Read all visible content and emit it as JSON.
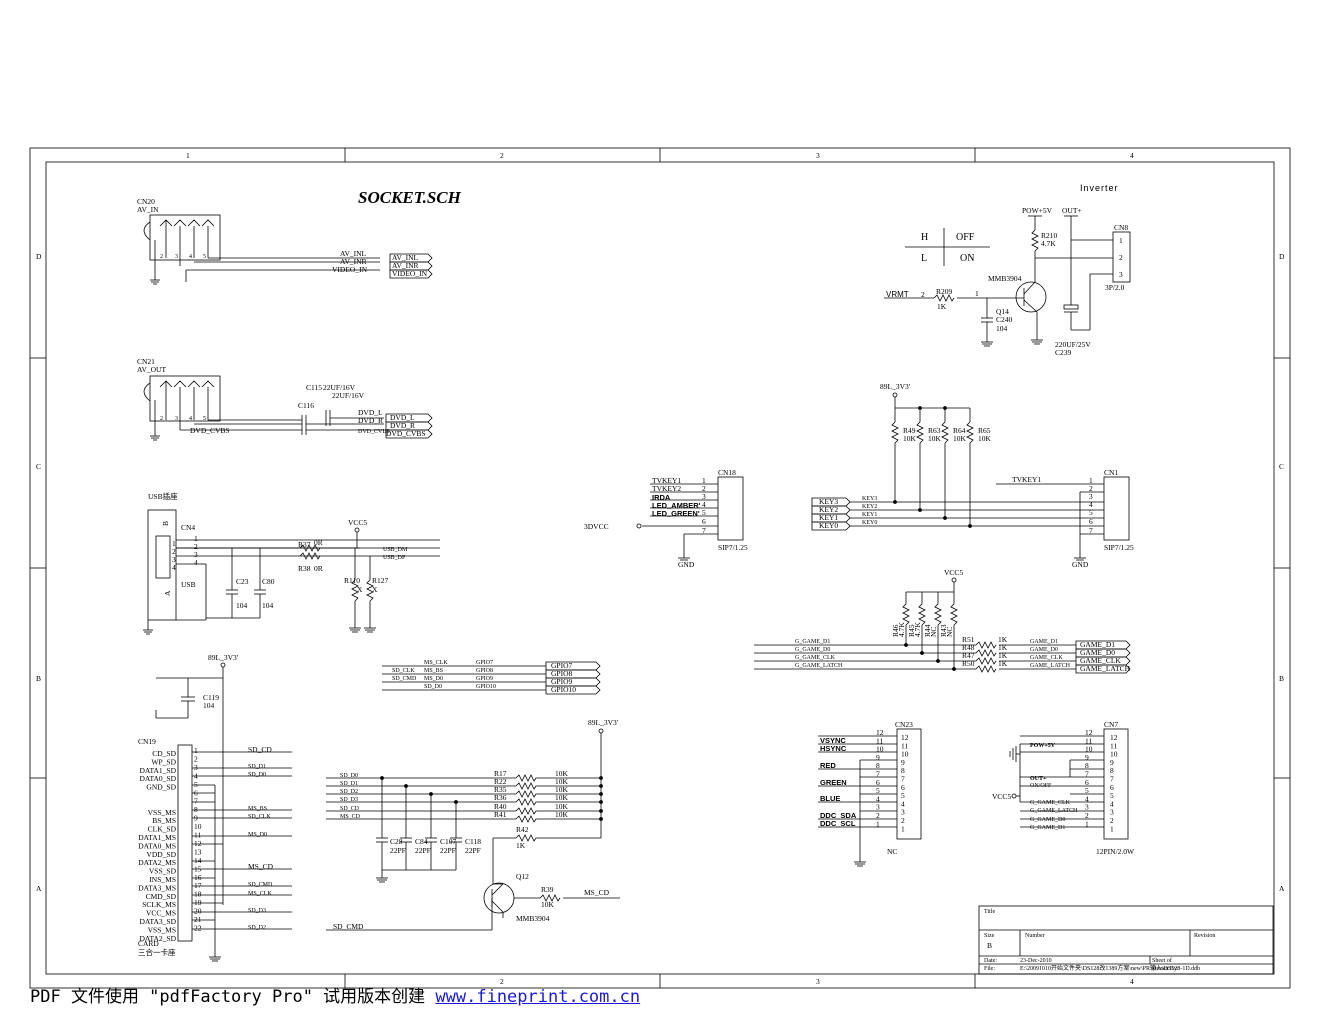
{
  "title": "SOCKET.SCH",
  "border": {
    "columns": [
      "1",
      "2",
      "3",
      "4"
    ],
    "rows": [
      "D",
      "C",
      "B",
      "A"
    ]
  },
  "blocks": {
    "inverter": {
      "title": "Inverter",
      "table": {
        "h": "H",
        "off": "OFF",
        "l": "L",
        "on": "ON"
      },
      "pow": "POW+5V",
      "out": "OUT+",
      "r210": "R210",
      "r210v": "4.7K",
      "cn8": "CN8",
      "cn8pins": [
        "1",
        "2",
        "3"
      ],
      "cn8type": "3P/2.0",
      "mmb": "MMB3904",
      "vrmt": "VRMT",
      "vrmt_pin": "2",
      "r209": "R209",
      "r209v": "1K",
      "pin1": "1",
      "q14": "Q14",
      "c240": "C240",
      "c240v": "104",
      "c239v": "220UF/25V",
      "c239": "C239"
    },
    "cn20": {
      "name": "CN20",
      "label": "AV_IN",
      "pins": [
        "2",
        "3",
        "4",
        "5"
      ],
      "nets": [
        "AV_INL",
        "AV_INR",
        "VIDEO_IN"
      ],
      "ports": [
        "AV_INL",
        "AV_INR",
        "VIDEO_IN"
      ]
    },
    "cn21": {
      "name": "CN21",
      "label": "AV_OUT",
      "pins": [
        "2",
        "3",
        "4",
        "5"
      ],
      "c115": "C115",
      "c115v": "22UF/16V",
      "c116v": "22UF/16V",
      "c116": "C116",
      "nets": [
        "DVD_L",
        "DVD_R",
        "DVD_CVBS"
      ],
      "ports": [
        "DVD_L",
        "DVD_R",
        "DVD_CVBS"
      ],
      "net_left": "DVD_CVBS"
    },
    "usb": {
      "title": "USB插座",
      "cn4": "CN4",
      "b": "B",
      "a": "A",
      "usb": "USB",
      "pins": [
        "1",
        "2",
        "3",
        "4"
      ],
      "r37": "R37",
      "r37v": "0R",
      "r38": "R38",
      "r38v": "0R",
      "vcc5": "VCC5",
      "dm": "USB_DM",
      "dp": "USB_DP",
      "r110": "R110",
      "r127": "R127",
      "x": "X",
      "c23": "C23",
      "c80": "C80",
      "c104": "104"
    },
    "cn18": {
      "name": "CN18",
      "type": "SIP7/1.25",
      "vcc": "3DVCC",
      "nets": [
        "TVKEY1",
        "TVKEY2",
        "IRDA",
        "LED_AMBER'",
        "LED_GREEN'"
      ],
      "pins": [
        "1",
        "2",
        "3",
        "4",
        "5",
        "6",
        "7"
      ],
      "gnd": "GND"
    },
    "cn1": {
      "name": "CN1",
      "type": "SIP7/1.25",
      "vcc": "89L_3V3'",
      "res": [
        "R49",
        "R63",
        "R64",
        "R65"
      ],
      "resv": "10K",
      "keys": [
        "KEY3",
        "KEY2",
        "KEY1",
        "KEY0"
      ],
      "keys_small": [
        "KEY3",
        "KEY2",
        "KEY1",
        "KEY0"
      ],
      "tvkey": "TVKEY1",
      "pins": [
        "1",
        "2",
        "3",
        "4",
        "5",
        "6",
        "7"
      ],
      "gnd": "GND"
    },
    "gpio": {
      "left": [
        "MS_CLK",
        "SD_CLK",
        "SD_CMD",
        "SD_D0"
      ],
      "mid": [
        "MS_BS",
        "MS_D0",
        "SD_D0"
      ],
      "small": [
        "GPIO7",
        "GPIO8",
        "GPIO9",
        "GPIO10"
      ],
      "ports": [
        "GPIO7",
        "GPIO8",
        "GPIO9",
        "GPIO10"
      ]
    },
    "game": {
      "vcc": "VCC5",
      "r_up": [
        "R46",
        "R45",
        "R44",
        "R43"
      ],
      "r_up_v": [
        "4.7K",
        "4.7K",
        "NC",
        "NC"
      ],
      "r_ser": [
        "R51",
        "R48",
        "R47",
        "R50"
      ],
      "r_ser_v": "1K",
      "left": [
        "G_GAME_D1",
        "G_GAME_D0",
        "G_GAME_CLK",
        "G_GAME_LATCH"
      ],
      "right_small": [
        "GAME_D1",
        "GAME_D0",
        "GAME_CLK",
        "GAME_LATCH"
      ],
      "ports": [
        "GAME_D1",
        "GAME_D0",
        "GAME_CLK",
        "GAME_LATCH"
      ]
    },
    "card": {
      "vcc": "89L_3V3'",
      "c119": "C119",
      "c119v": "104",
      "cn19": "CN19",
      "pin_names": [
        "CD_SD",
        "WP_SD",
        "DATA1_SD",
        "DATA0_SD",
        "GND_SD",
        "",
        "",
        "VSS_MS",
        "BS_MS",
        "CLK_SD",
        "DATA1_MS",
        "DATA0_MS",
        "VDD_SD",
        "DATA2_MS",
        "VSS_SD",
        "INS_MS",
        "DATA3_MS",
        "CMD_SD",
        "SCLK_MS",
        "VCC_MS",
        "DATA3_SD",
        "VSS_MS",
        "DATA2_SD"
      ],
      "pins": [
        "1",
        "2",
        "3",
        "4",
        "5",
        "6",
        "7",
        "8",
        "9",
        "10",
        "11",
        "12",
        "13",
        "14",
        "15",
        "16",
        "17",
        "18",
        "19",
        "20",
        "21",
        "22"
      ],
      "nets": {
        "sd_cd": "SD_CD",
        "sd_d1": "SD_D1",
        "sd_d0": "SD_D0",
        "ms_bs": "MS_BS",
        "sd_clk": "SD_CLK",
        "ms_d0": "MS_D0",
        "ms_cd": "MS_CD",
        "sd_cmd": "SD_CMD",
        "ms_clk": "MS_CLK",
        "sd_d3": "SD_D3",
        "sd_d2": "SD_D2"
      },
      "card_label": "CARD",
      "card_sub": "三合一卡座",
      "sd_cmd_bottom": "SD_CMD"
    },
    "pullups": {
      "vcc": "89L_3V3'",
      "nets": [
        "SD_D0",
        "SD_D1",
        "SD_D2",
        "SD_D3",
        "SD_CD",
        "MS_CD"
      ],
      "res": [
        "R17",
        "R22",
        "R35",
        "R36",
        "R40",
        "R41"
      ],
      "resv": "10K",
      "r42": "R42",
      "r42v": "1K",
      "caps": [
        "C28",
        "C84",
        "C107",
        "C118"
      ],
      "capv": "22PF",
      "q12": "Q12",
      "mmb": "MMB3904",
      "r39": "R39",
      "r39v": "10K",
      "ms_cd": "MS_CD"
    },
    "cn23": {
      "name": "CN23",
      "nets": [
        "VSYNC",
        "HSYNC",
        "",
        "RED",
        "",
        "GREEN",
        "",
        "BLUE",
        "",
        "DDC_SDA",
        "DDC_SCL"
      ],
      "pins": [
        "12",
        "11",
        "10",
        "9",
        "8",
        "7",
        "6",
        "5",
        "4",
        "3",
        "2",
        "1"
      ],
      "nc": "NC"
    },
    "cn7": {
      "name": "CN7",
      "pins": [
        "12",
        "11",
        "10",
        "9",
        "8",
        "7",
        "6",
        "5",
        "4",
        "3",
        "2",
        "1"
      ],
      "nets": [
        "POW+5V",
        "OUT+",
        "ON/OFF",
        "G_GAME_CLK",
        "G_GAME_LATCH",
        "G_GAME_D0",
        "G_GAME_D1"
      ],
      "vcc": "VCC5",
      "type": "12PIN/2.0W"
    }
  },
  "title_block": {
    "title": "Title",
    "size": "Size",
    "size_val": "B",
    "number": "Number",
    "revision": "Revision",
    "date": "Date:",
    "date_val": "23-Dec-2010",
    "sheet": "Sheet    of",
    "file": "File:",
    "file_val": "E:\\20091010开始文件夹\\DS128改1389方案\\new\\PR输入\\DS128-1D.ddb",
    "drawn": "Drawn By:"
  },
  "banner": {
    "text": "PDF 文件使用 \"pdfFactory Pro\" 试用版本创建 ",
    "link": "www.fineprint.com.cn"
  }
}
